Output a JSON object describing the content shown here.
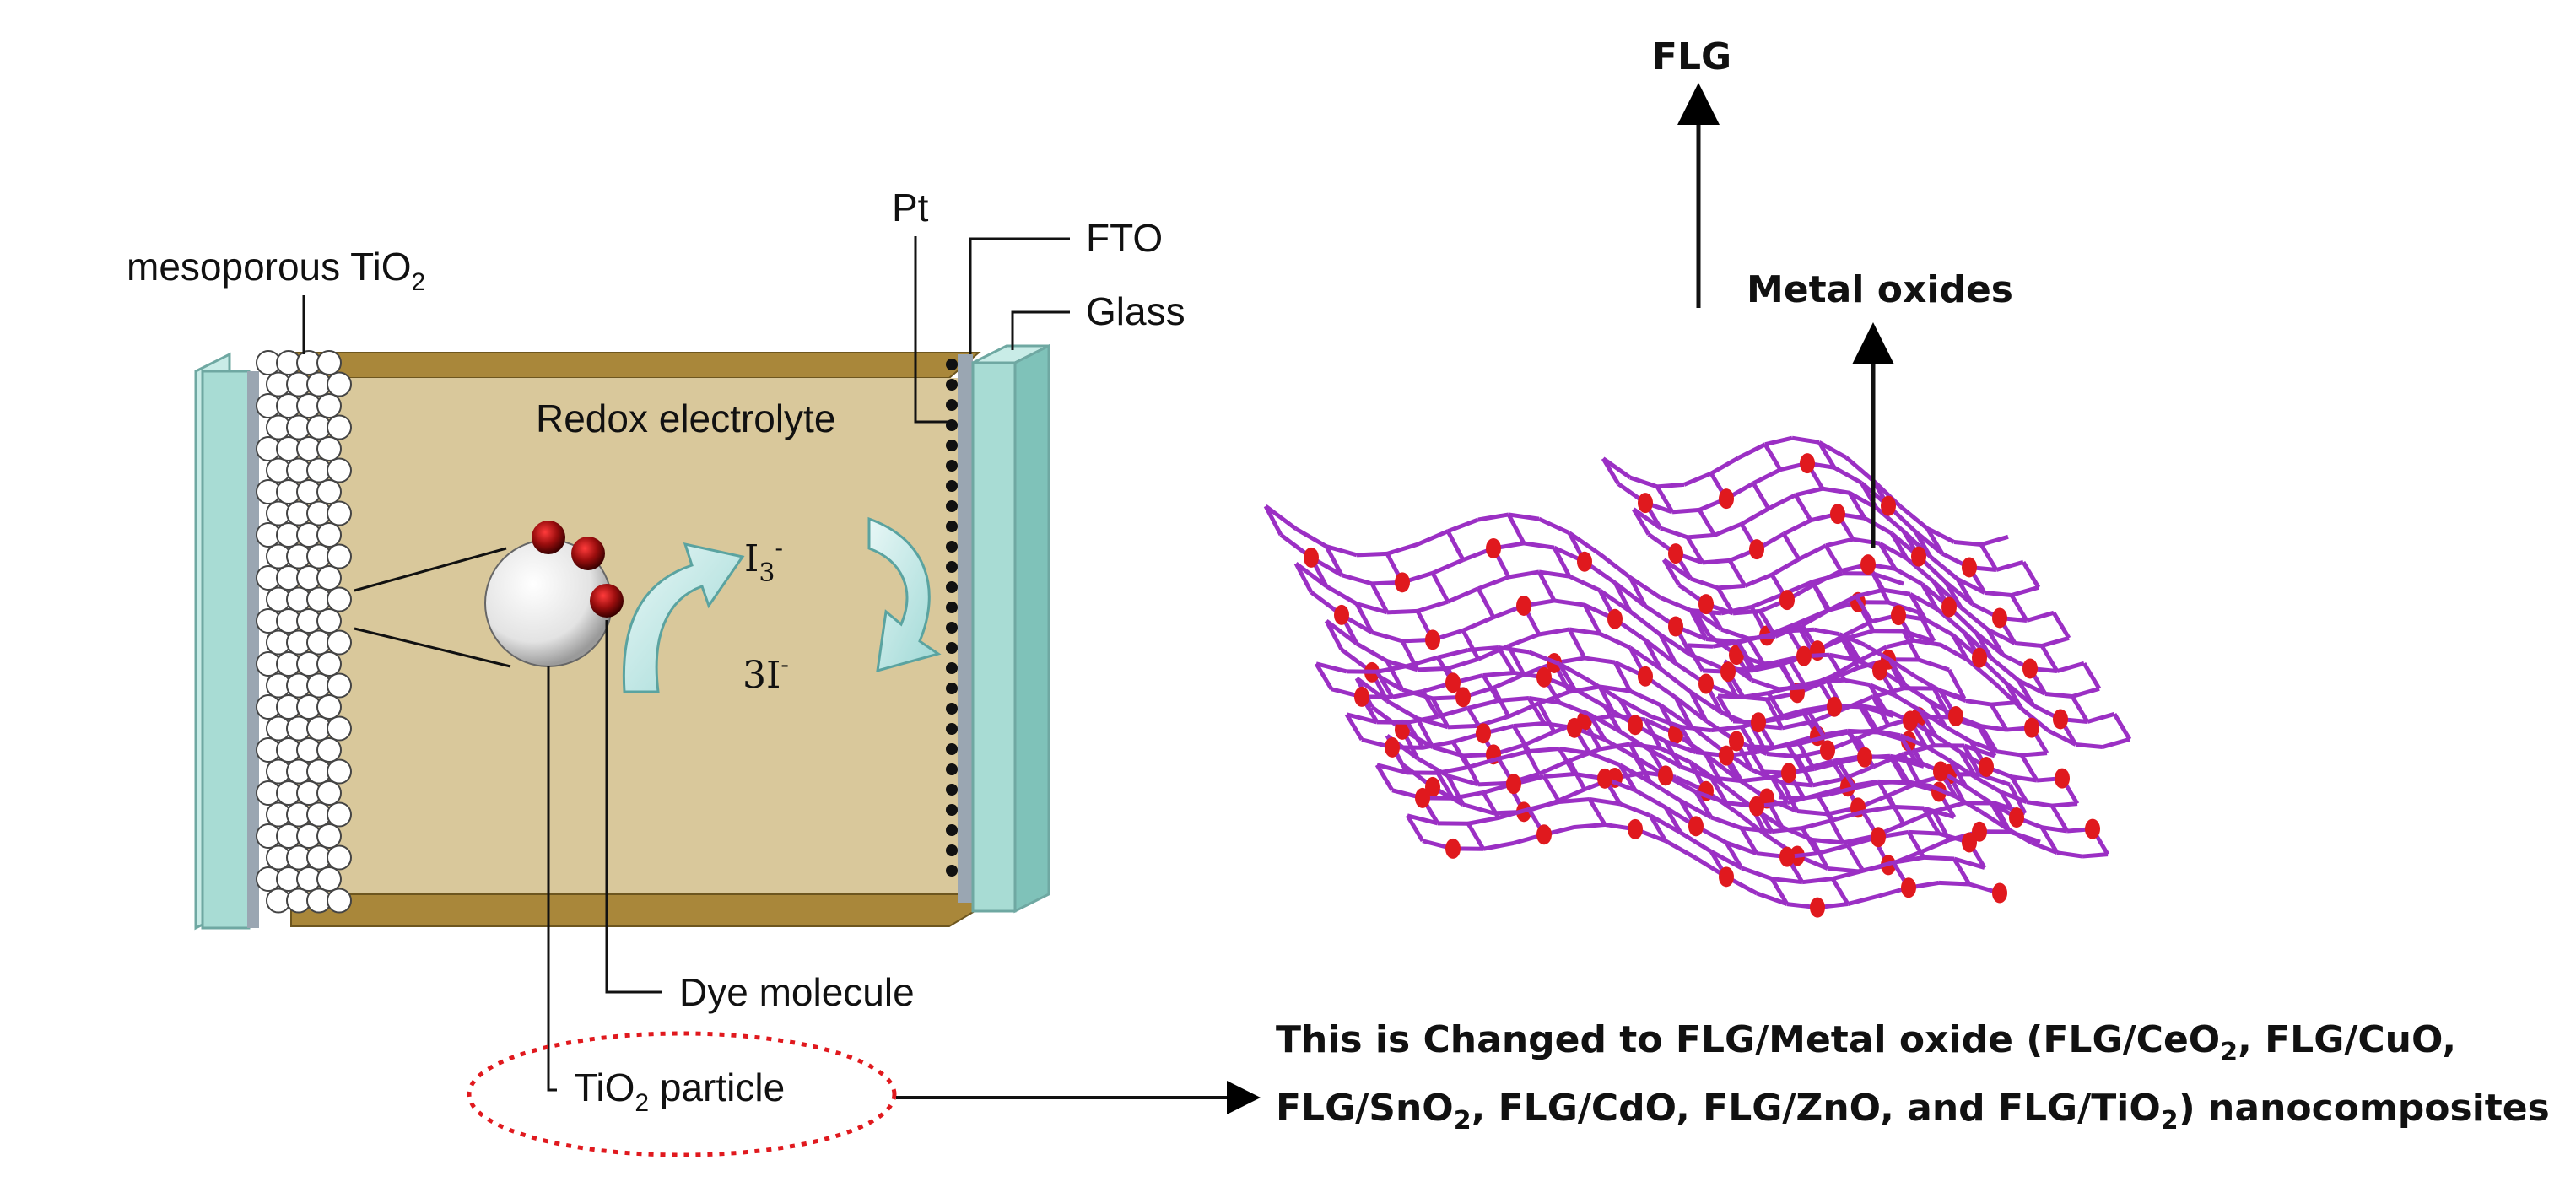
{
  "left_diagram": {
    "mesoporous_label": {
      "text": "mesoporous TiO",
      "sub": "2"
    },
    "pt_label": "Pt",
    "fto_label": "FTO",
    "glass_label": "Glass",
    "electrolyte_label": "Redox electrolyte",
    "triiodide": {
      "base": "I",
      "sub": "3",
      "sup": "-"
    },
    "iodide": {
      "base": "3I",
      "sup": "-"
    },
    "dye_label": "Dye molecule",
    "tio2_particle_label": {
      "base": "TiO",
      "sub": "2",
      "rest": " particle"
    }
  },
  "right_diagram": {
    "flg_label": "FLG",
    "metal_oxides_label": "Metal oxides"
  },
  "caption": {
    "line1": {
      "a": "This is Changed to FLG/Metal oxide (FLG/CeO",
      "s1": "2",
      "b": ", FLG/CuO,"
    },
    "line2": {
      "a": "FLG/SnO",
      "s1": "2",
      "b": ", FLG/CdO, FLG/ZnO, and FLG/TiO",
      "s2": "2",
      "c": ") nanocomposites"
    }
  },
  "colors": {
    "electrolyte": "#d9c89b",
    "frame_gold": "#a9873a",
    "glass": "#a8dcd4",
    "lattice": "#9b2fc4",
    "oxide_dot": "#e0191e",
    "ellipse": "#e0191e"
  }
}
